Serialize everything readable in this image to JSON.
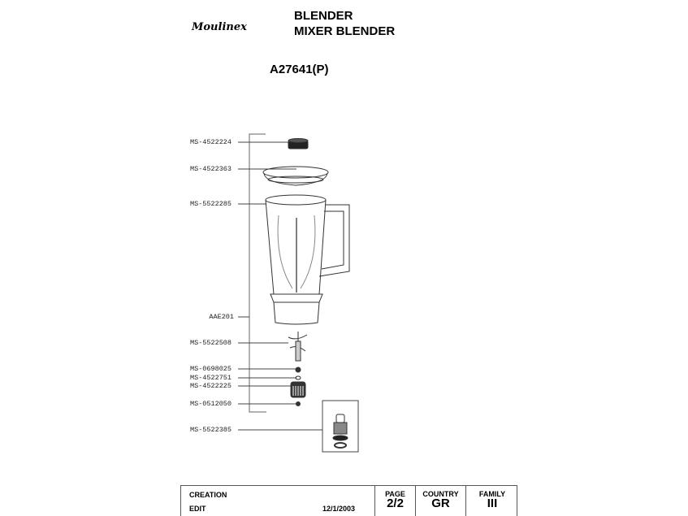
{
  "header": {
    "brand": "Moulinex",
    "title_line1": "BLENDER",
    "title_line2": "MIXER BLENDER",
    "model": "A27641(P)"
  },
  "parts": [
    {
      "ref": "MS-4522224"
    },
    {
      "ref": "MS-4522363"
    },
    {
      "ref": "MS-5522285"
    },
    {
      "ref": "AAE201"
    },
    {
      "ref": "MS-5522508"
    },
    {
      "ref": "MS-0698025"
    },
    {
      "ref": "MS-4522751"
    },
    {
      "ref": "MS-4522225"
    },
    {
      "ref": "MS-0512050"
    },
    {
      "ref": "MS-5522385"
    }
  ],
  "footer": {
    "creation_label": "CREATION",
    "edit_label": "EDIT",
    "edit_date": "12/1/2003",
    "page_label": "PAGE",
    "page_value": "2/2",
    "country_label": "COUNTRY",
    "country_value": "GR",
    "family_label": "FAMILY",
    "family_value": "III"
  }
}
